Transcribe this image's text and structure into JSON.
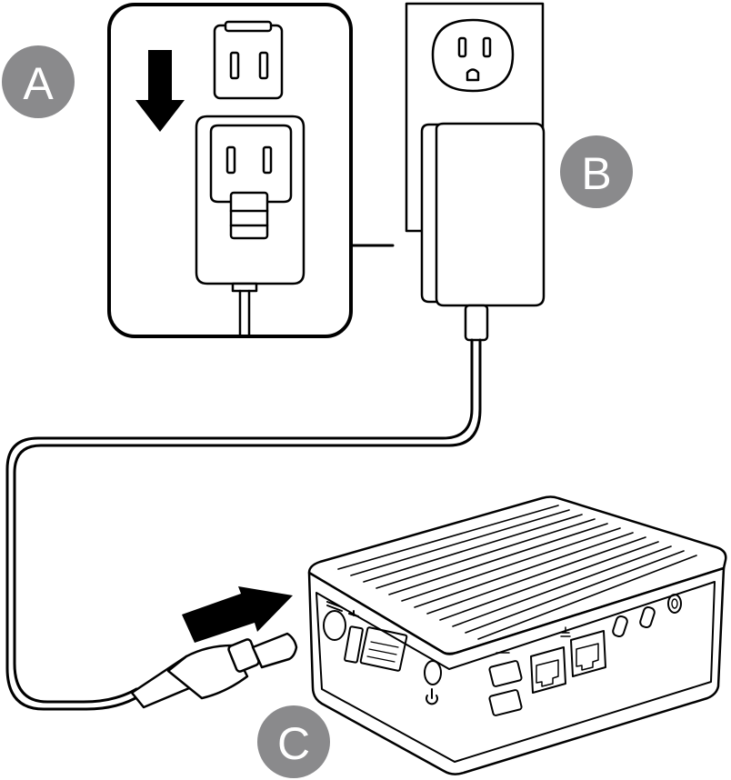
{
  "steps": [
    {
      "label": "A",
      "meaning": "attach-plug-to-adapter"
    },
    {
      "label": "B",
      "meaning": "plug-adapter-into-wall-outlet"
    },
    {
      "label": "C",
      "meaning": "connect-dc-plug-to-device"
    }
  ],
  "colors": {
    "badge": "#8a8a8c",
    "line": "#000000",
    "background": "#ffffff",
    "arrow": "#000000"
  },
  "icons": [
    "down-arrow-icon",
    "right-arrow-icon",
    "wall-outlet-icon",
    "power-adapter-icon",
    "plug-clip-icon",
    "dc-plug-icon",
    "mini-pc-icon",
    "usb-icon",
    "ethernet-icon",
    "power-icon"
  ]
}
